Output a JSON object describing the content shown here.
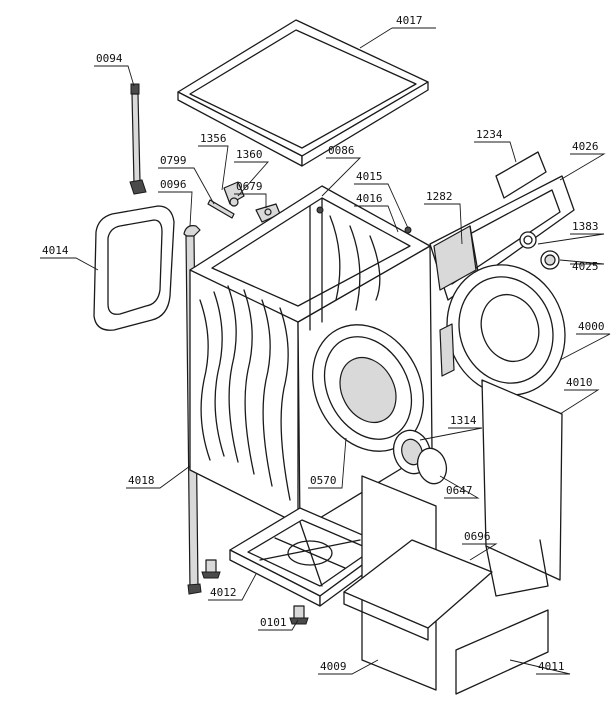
{
  "labels": {
    "l4017": "4017",
    "l0094": "0094",
    "l1356": "1356",
    "l1360": "1360",
    "l0086": "0086",
    "l0799": "0799",
    "l0679": "0679",
    "l0096": "0096",
    "l4015": "4015",
    "l4016": "4016",
    "l1234": "1234",
    "l4026": "4026",
    "l1282": "1282",
    "l1383": "1383",
    "l4025": "4025",
    "l4014": "4014",
    "l4000": "4000",
    "l4010": "4010",
    "l1314": "1314",
    "l4018": "4018",
    "l0570": "0570",
    "l0647": "0647",
    "l0696": "0696",
    "l4012": "4012",
    "l0101": "0101",
    "l4009": "4009",
    "l4011": "4011"
  }
}
